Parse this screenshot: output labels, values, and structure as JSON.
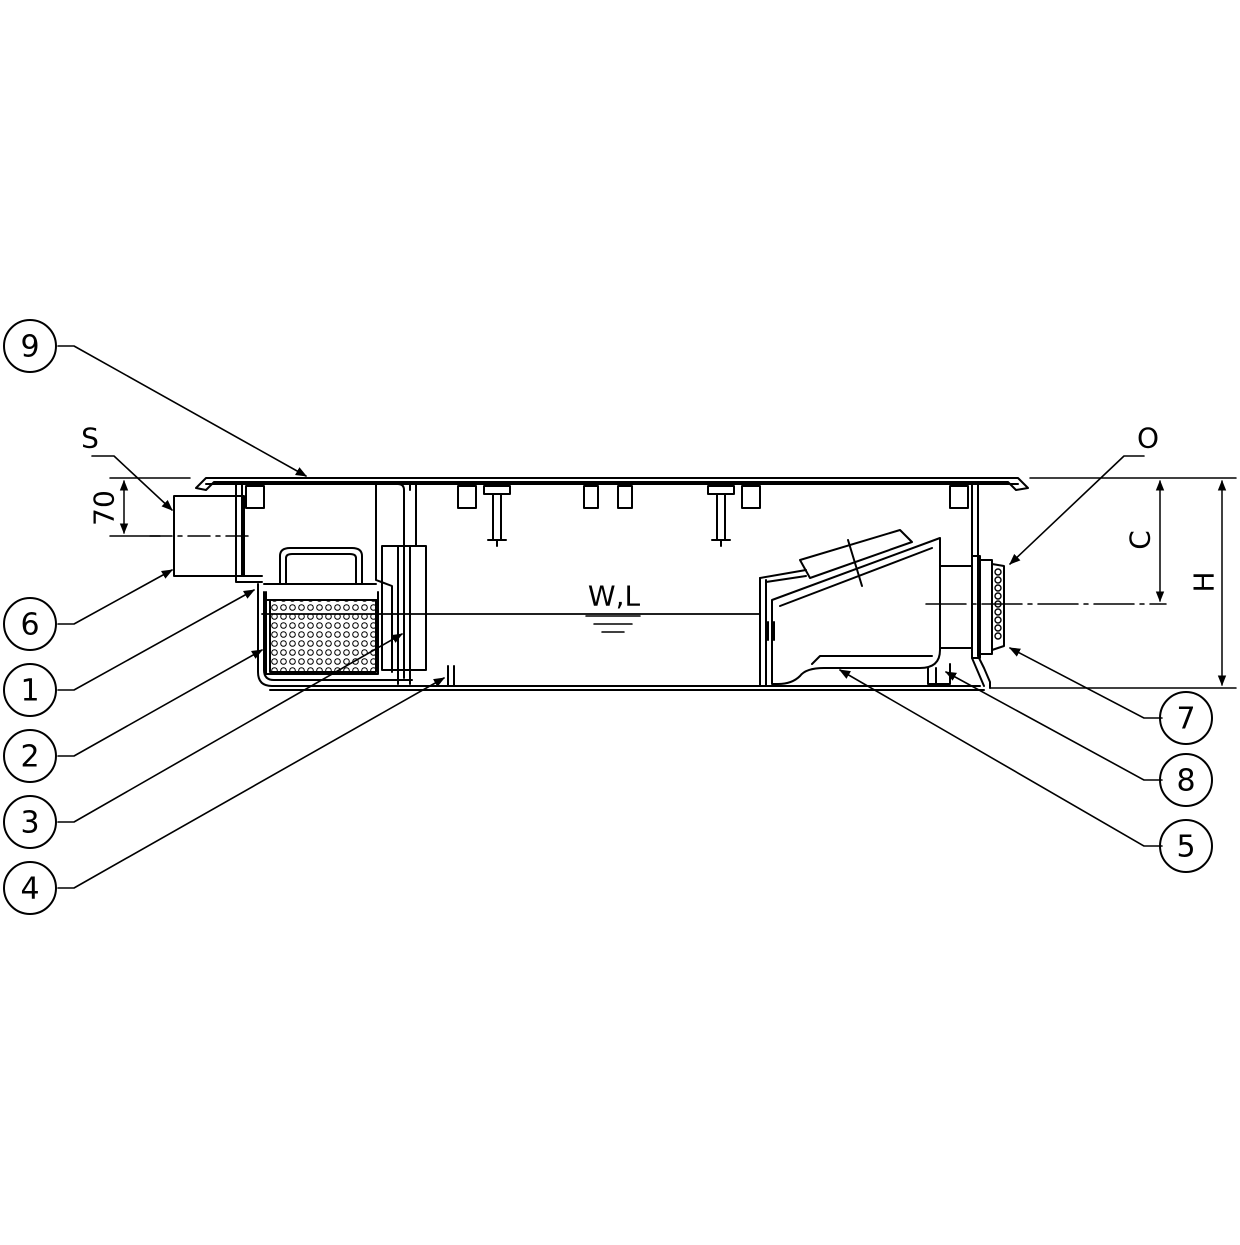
{
  "diagram": {
    "callouts": [
      {
        "id": "9",
        "label": "9"
      },
      {
        "id": "6",
        "label": "6"
      },
      {
        "id": "1",
        "label": "1"
      },
      {
        "id": "2",
        "label": "2"
      },
      {
        "id": "3",
        "label": "3"
      },
      {
        "id": "4",
        "label": "4"
      },
      {
        "id": "7",
        "label": "7"
      },
      {
        "id": "8",
        "label": "8"
      },
      {
        "id": "5",
        "label": "5"
      }
    ],
    "labels": {
      "s": "S",
      "o": "O",
      "c": "C",
      "h": "H",
      "dim70": "70",
      "wl": "W,L"
    }
  }
}
